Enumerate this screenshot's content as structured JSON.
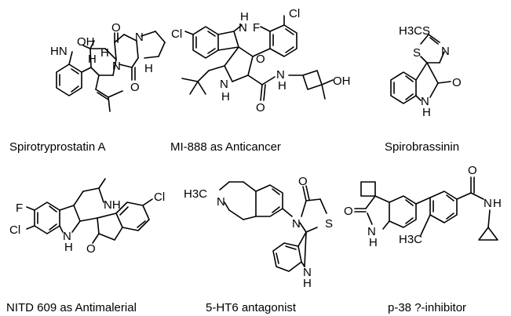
{
  "molecules": [
    {
      "caption": "Spirotryprostatin A",
      "atoms": [
        "HN",
        "OH",
        "O",
        "N",
        "N",
        "O",
        "H",
        "H",
        "H"
      ]
    },
    {
      "caption": "MI-888 as Anticancer",
      "atoms": [
        "Cl",
        "H",
        "N",
        "F",
        "Cl",
        "O",
        "N",
        "H",
        "N",
        "H",
        "O",
        "OH"
      ]
    },
    {
      "caption": "Spirobrassinin",
      "atoms": [
        "H3CS",
        "N",
        "S",
        "O",
        "N",
        "H"
      ]
    },
    {
      "caption": "NITD 609 as Antimalerial",
      "atoms": [
        "F",
        "Cl",
        "NH",
        "N",
        "H",
        "O",
        "Cl"
      ]
    },
    {
      "caption": "5-HT6 antagonist",
      "atoms": [
        "H3C",
        "N",
        "O",
        "N",
        "S",
        "N",
        "H"
      ]
    },
    {
      "caption": "p-38 ?-inhibitor",
      "atoms": [
        "O",
        "N",
        "H",
        "O",
        "N",
        "H",
        "H3C"
      ]
    }
  ]
}
